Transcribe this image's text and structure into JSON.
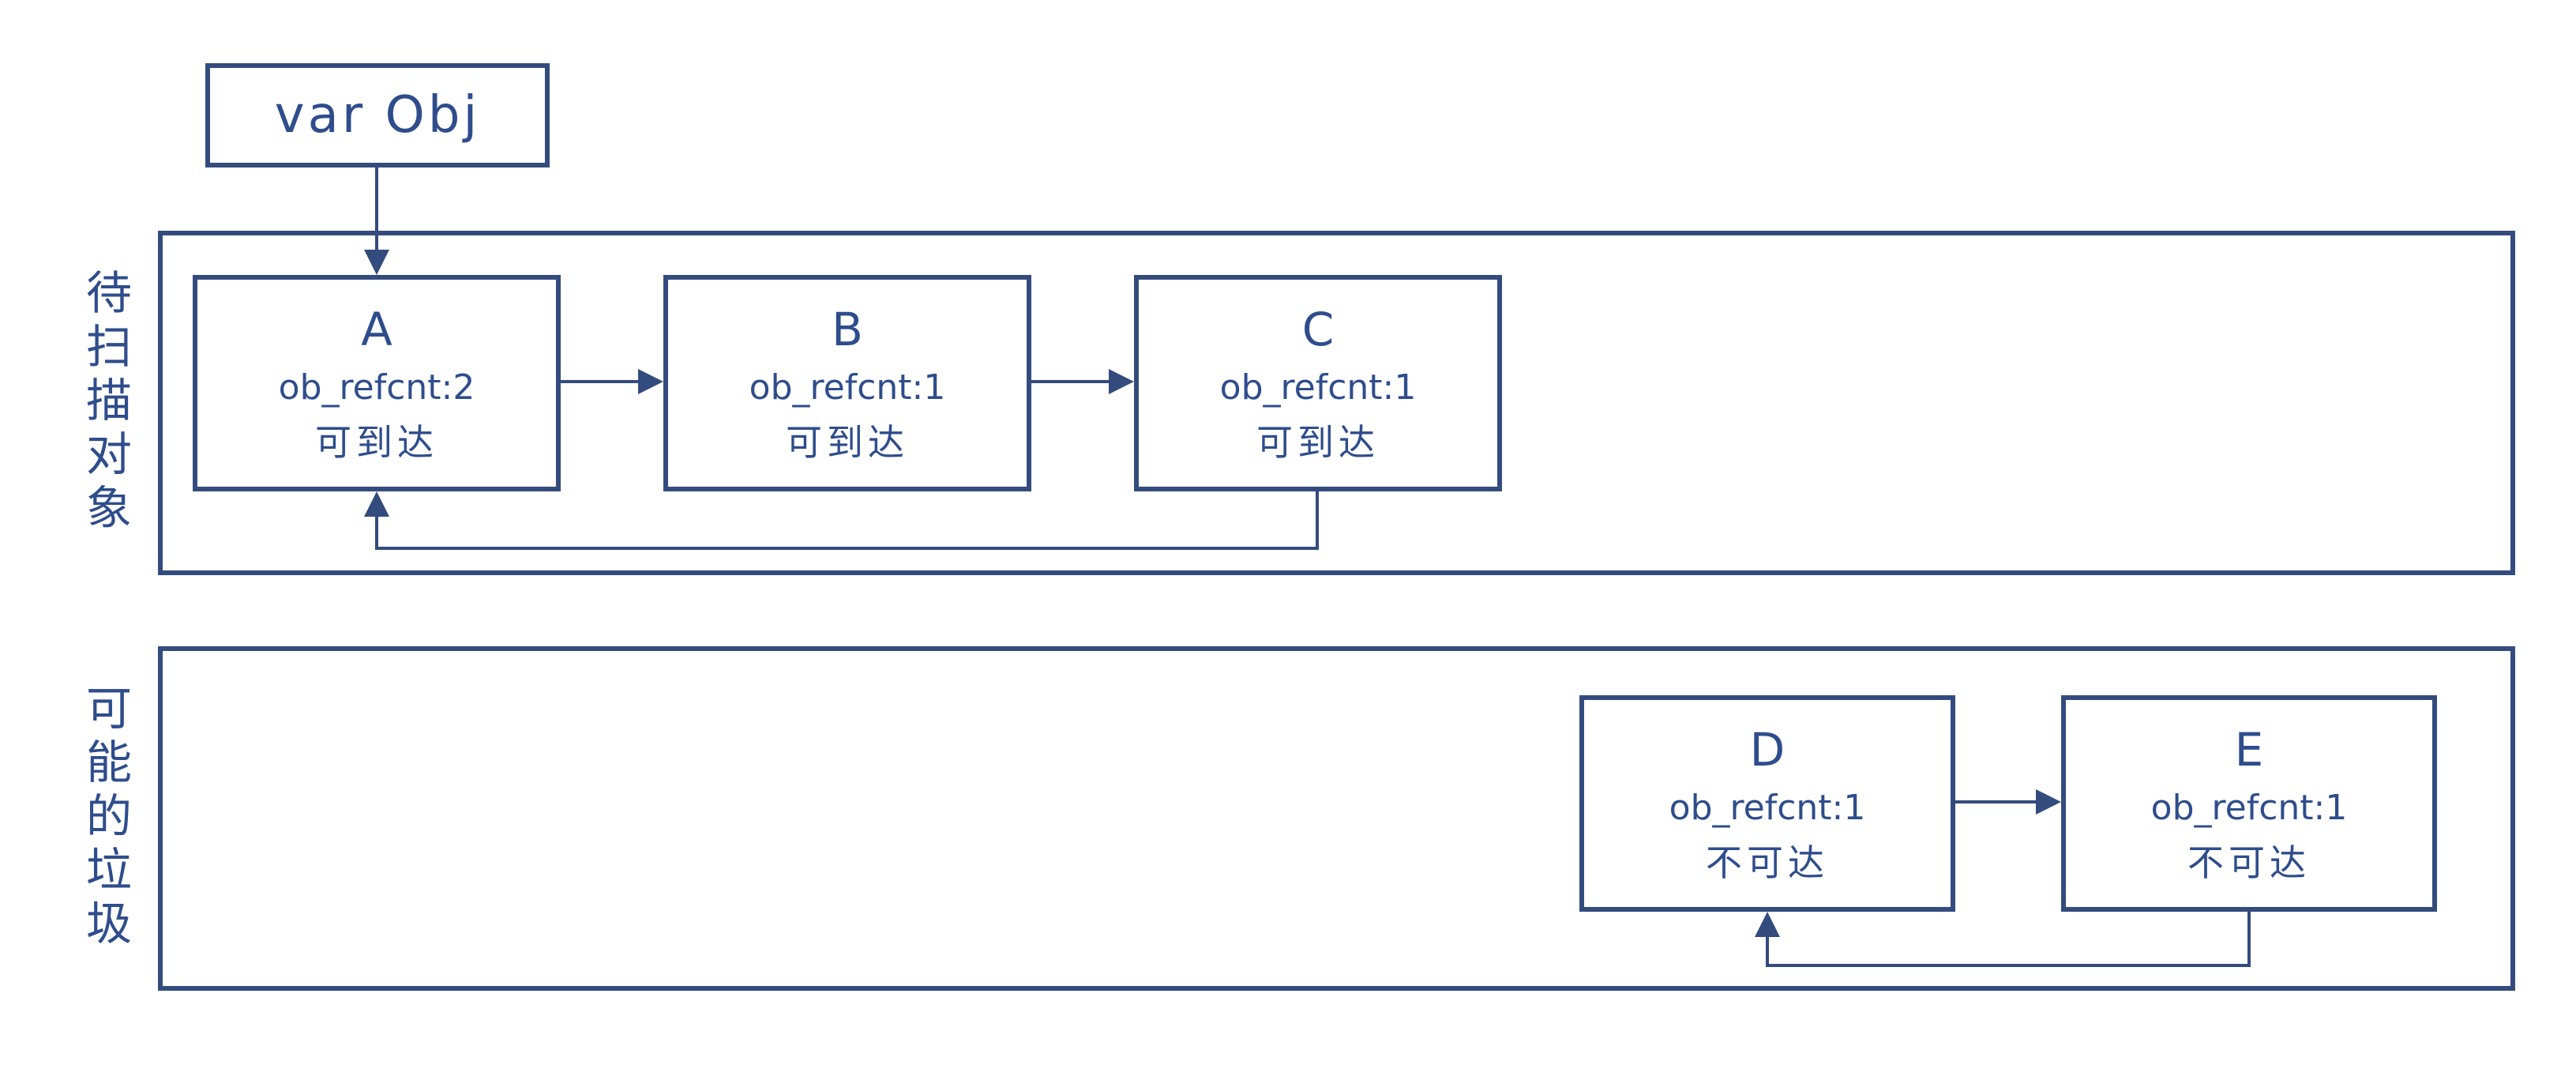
{
  "colors": {
    "stroke": "#344b7e",
    "text": "#2f4d8c",
    "background": "#ffffff"
  },
  "var_box": {
    "label": "var Obj"
  },
  "groups": [
    {
      "label": "待扫描对象",
      "nodes": [
        {
          "name": "A",
          "refcnt": "ob_refcnt:2",
          "status": "可到达"
        },
        {
          "name": "B",
          "refcnt": "ob_refcnt:1",
          "status": "可到达"
        },
        {
          "name": "C",
          "refcnt": "ob_refcnt:1",
          "status": "可到达"
        }
      ]
    },
    {
      "label": "可能的垃圾",
      "nodes": [
        {
          "name": "D",
          "refcnt": "ob_refcnt:1",
          "status": "不可达"
        },
        {
          "name": "E",
          "refcnt": "ob_refcnt:1",
          "status": "不可达"
        }
      ]
    }
  ],
  "edges": [
    {
      "from": "var Obj",
      "to": "A"
    },
    {
      "from": "A",
      "to": "B"
    },
    {
      "from": "B",
      "to": "C"
    },
    {
      "from": "C",
      "to": "A"
    },
    {
      "from": "D",
      "to": "E"
    },
    {
      "from": "E",
      "to": "D"
    }
  ]
}
